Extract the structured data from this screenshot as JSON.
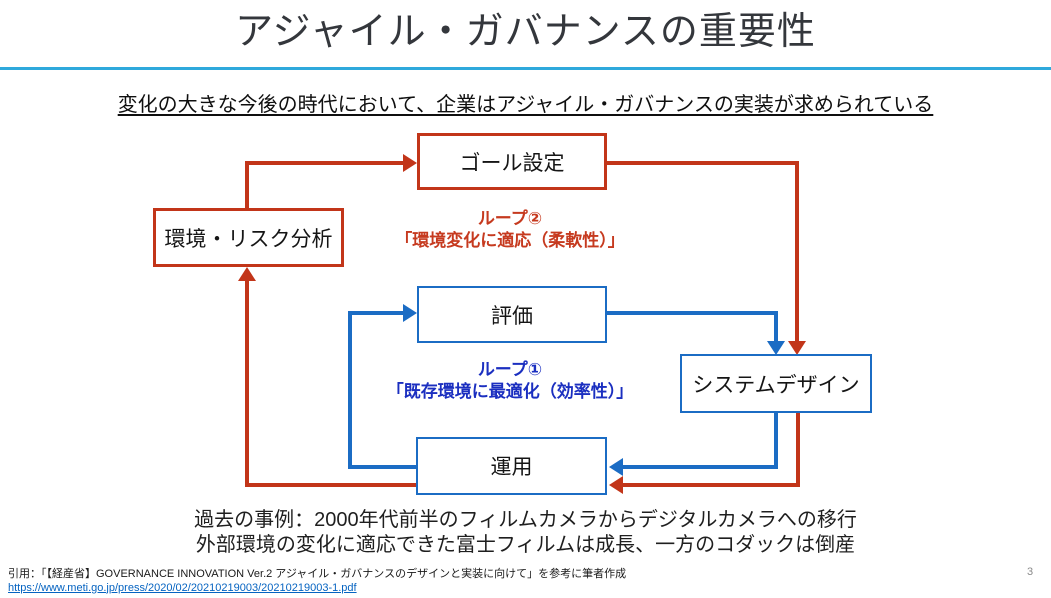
{
  "slide": {
    "title": "アジャイル・ガバナンスの重要性",
    "page_number": "3"
  },
  "lead": {
    "text": "変化の大きな今後の時代において、企業はアジャイル・ガバナンスの実装が求められている"
  },
  "diagram": {
    "nodes": {
      "goal": {
        "label": "ゴール設定"
      },
      "env_risk": {
        "label": "環境・リスク分析"
      },
      "evaluation": {
        "label": "評価"
      },
      "system_design": {
        "label": "システムデザイン"
      },
      "operation": {
        "label": "運用"
      }
    },
    "loops": {
      "loop2": {
        "title": "ループ②",
        "caption": "「環境変化に適応（柔軟性）」"
      },
      "loop1": {
        "title": "ループ①",
        "caption": "「既存環境に最適化（効率性）」"
      }
    }
  },
  "case_note": {
    "line1": "過去の事例：2000年代前半のフィルムカメラからデジタルカメラへの移行",
    "line2": "外部環境の変化に適応できた富士フィルムは成長、一方のコダックは倒産"
  },
  "footer": {
    "citation": "引用：「【経産省】GOVERNANCE INNOVATION Ver.2 アジャイル・ガバナンスのデザインと実装に向けて」を参考に筆者作成",
    "link": "https://www.meti.go.jp/press/2020/02/20210219003/20210219003-1.pdf"
  },
  "colors": {
    "red": "#c23519",
    "blue": "#1b6cc4",
    "loop2_text": "#c63a1f",
    "loop1_text": "#1b2fc0",
    "header_rule": "#2fa9dc",
    "title_gray": "#34373c",
    "link_blue": "#0563c1",
    "page_number_gray": "#8a8a8a"
  }
}
